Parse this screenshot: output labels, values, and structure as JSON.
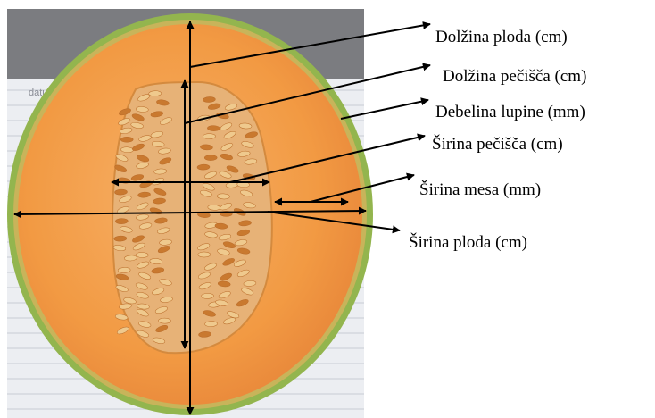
{
  "figure": {
    "paper_text": "datu",
    "labels": {
      "fruit_length": "Dolžina ploda (cm)",
      "seed_cavity_length": "Dolžina pečišča (cm)",
      "rind_thickness": "Debelina lupine (mm)",
      "seed_cavity_width": "Širina pečišča (cm)",
      "flesh_width": "Širina mesa (mm)",
      "fruit_width": "Širina ploda (cm)"
    },
    "colors": {
      "rind_green": "#8fb34a",
      "flesh_orange": "#f2a04a",
      "seed_cavity": "#e3a766",
      "seeds": "#efc98d",
      "paper": "#e9ebef",
      "arrow": "#000000"
    }
  }
}
